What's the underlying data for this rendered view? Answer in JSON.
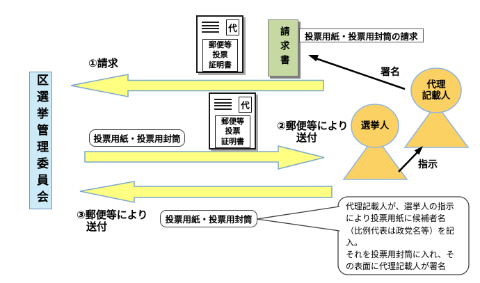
{
  "colors": {
    "committee_fill": "#cdeaf8",
    "committee_border": "#6d93b8",
    "arrow_yellow": "#ffff82",
    "arrow_yellow_stroke": "#79a7cc",
    "request_form_fill": "#c6d9a3",
    "person_fill": "#fbd164",
    "person_stroke": "#92b5dc"
  },
  "committee": {
    "label": "区選挙管理委員会"
  },
  "envelopes": [
    {
      "stamp": "代",
      "label": "郵便等\n投票\n証明書"
    },
    {
      "stamp": "代",
      "label": "郵便等\n投票\n証明書"
    }
  ],
  "request_form": {
    "label": "請求書"
  },
  "flow": {
    "top_request_label": "投票用紙・投票用封筒の請求",
    "step1_label": "①請求",
    "step2_line1": "②郵便等により",
    "step2_line2": "送付",
    "ballot_label_mid": "投票用紙・投票用封筒",
    "step3_line1": "③郵便等により",
    "step3_line2": "送付",
    "ballot_label_bottom": "投票用紙・投票用封筒",
    "signature_label": "署名",
    "instruction_label": "指示"
  },
  "persons": [
    {
      "name": "選挙人",
      "display": "選挙人"
    },
    {
      "name": "代理記載人",
      "display": "代理\n記載人"
    }
  ],
  "callout": {
    "text": "代理記載人が、選挙人の指示\nにより投票用紙に候補者名\n（比例代表は政党名等）を記\n入。\nそれを投票用封筒に入れ、そ\nの表面に代理記載人が署名"
  }
}
